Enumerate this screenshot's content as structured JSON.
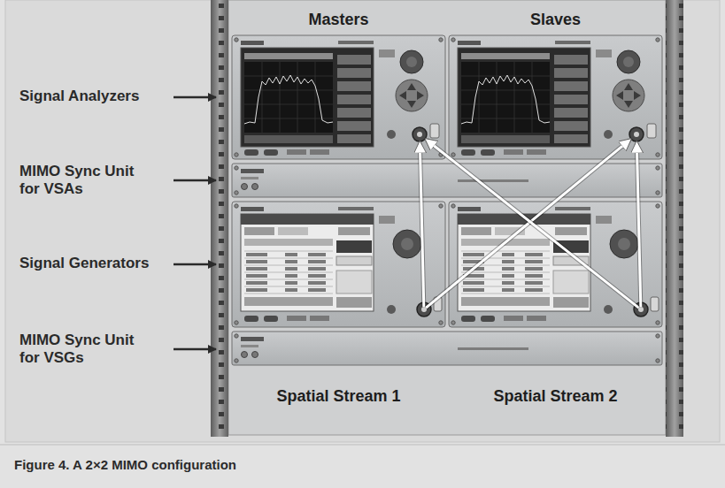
{
  "diagram": {
    "caption": "Figure 4. A 2×2 MIMO configuration",
    "nodes": [
      {
        "text": [
          "Masters"
        ]
      },
      {
        "text": [
          "Slaves"
        ]
      },
      {
        "text": [
          "Spatial Stream 1"
        ]
      },
      {
        "text": [
          "Spatial Stream 2"
        ]
      }
    ],
    "edges": [
      {
        "from": 2,
        "to": 0,
        "arrow": "to"
      },
      {
        "from": 2,
        "to": 1,
        "arrow": "to"
      },
      {
        "from": 3,
        "to": 0,
        "arrow": "to"
      },
      {
        "from": 3,
        "to": 1,
        "arrow": "to"
      }
    ],
    "labels": [
      "Signal Analyzers",
      "MIMO Sync Unit for VSAs",
      "Signal Generators",
      "MIMO Sync Unit for VSGs"
    ]
  }
}
